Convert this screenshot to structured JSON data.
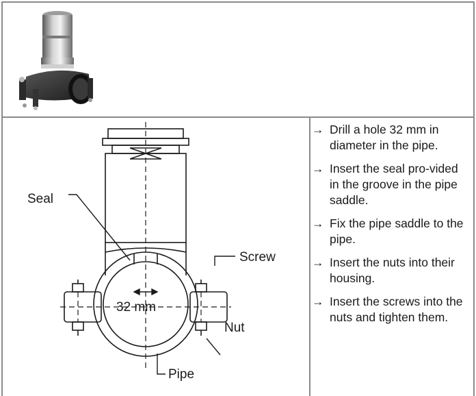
{
  "diagram": {
    "label_seal": "Seal",
    "label_screw": "Screw",
    "label_nut": "Nut",
    "label_pipe": "Pipe",
    "dimension": "32 mm"
  },
  "instructions": [
    {
      "arrow": "→",
      "text": "Drill a hole 32 mm in diameter in the pipe."
    },
    {
      "arrow": "→",
      "text": "Insert the seal pro-vided in the groove in the pipe saddle."
    },
    {
      "arrow": "→",
      "text": "Fix the pipe saddle to the pipe."
    },
    {
      "arrow": "→",
      "text": "Insert the nuts into their housing."
    },
    {
      "arrow": "→",
      "text": "Insert the screws into the nuts and tighten them."
    }
  ]
}
